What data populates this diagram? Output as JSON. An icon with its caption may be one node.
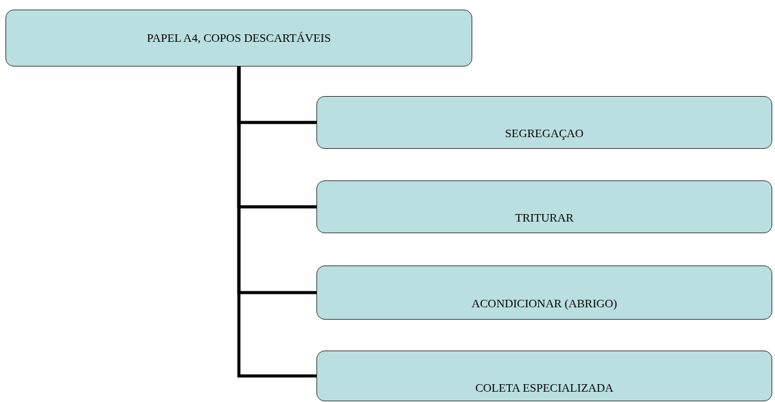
{
  "diagram": {
    "nodes": [
      {
        "text": [
          "PAPEL A4, COPOS DESCARTÁVEIS"
        ]
      },
      {
        "text": [
          "SEGREGAÇAO"
        ]
      },
      {
        "text": [
          "TRITURAR"
        ]
      },
      {
        "text": [
          "ACONDICIONAR (ABRIGO)"
        ]
      },
      {
        "text": [
          "COLETA ESPECIALIZADA"
        ]
      }
    ],
    "edges": [
      {
        "from": 0,
        "to": 1,
        "arrow": "none"
      },
      {
        "from": 0,
        "to": 2,
        "arrow": "none"
      },
      {
        "from": 0,
        "to": 3,
        "arrow": "none"
      },
      {
        "from": 0,
        "to": 4,
        "arrow": "none"
      }
    ]
  }
}
